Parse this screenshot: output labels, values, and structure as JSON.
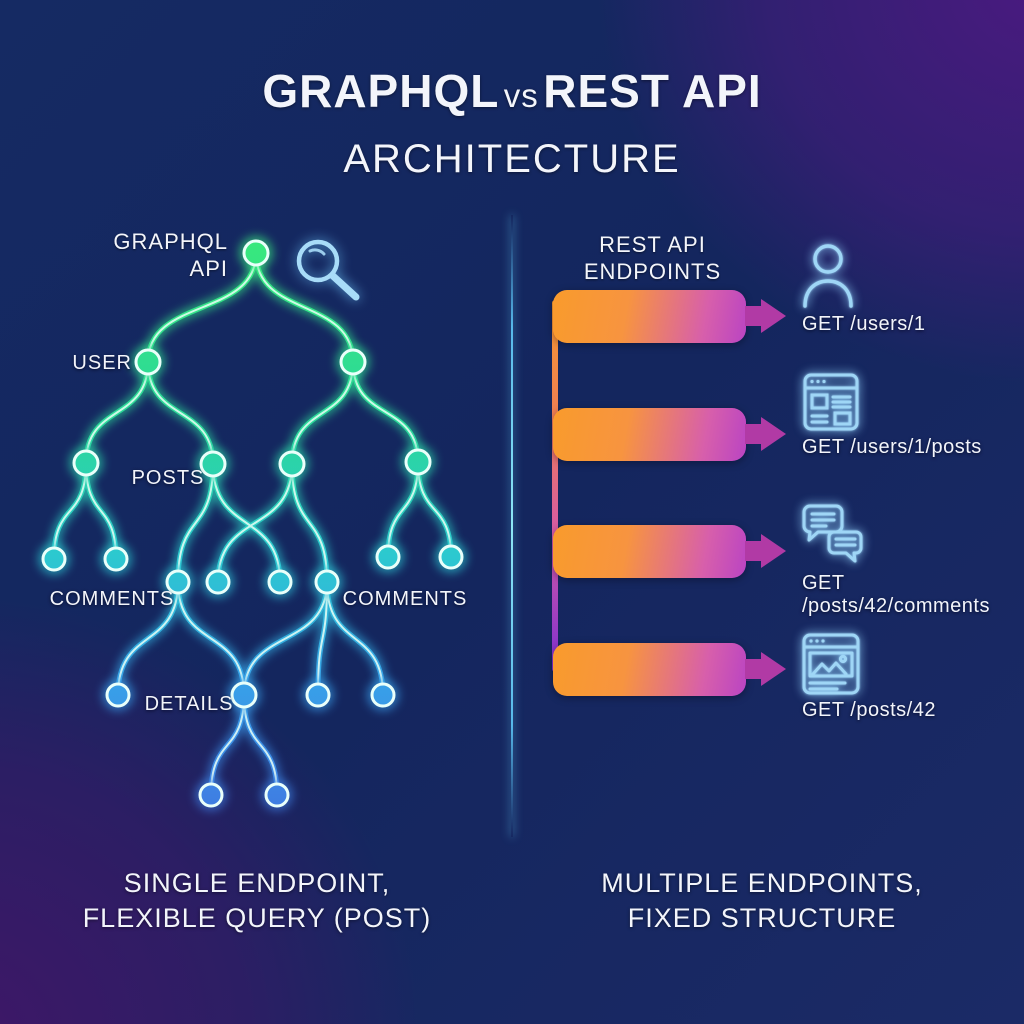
{
  "title": {
    "left": "GRAPHQL",
    "mid": "vs",
    "right": "REST API",
    "line2": "ARCHITECTURE"
  },
  "graphql": {
    "header": "GRAPHQL\nAPI",
    "node_labels": {
      "user": "USER",
      "posts": "POSTS",
      "comments_left": "COMMENTS",
      "comments_right": "COMMENTS",
      "details": "DETAILS"
    },
    "caption": "SINGLE ENDPOINT,\nFLEXIBLE QUERY (POST)",
    "tree_levels": [
      "GRAPHQL API",
      "USER",
      "POSTS",
      "COMMENTS",
      "DETAILS"
    ]
  },
  "rest": {
    "header": "REST API\nENDPOINTS",
    "endpoints": [
      {
        "label": "GET /users/1",
        "icon": "user-icon"
      },
      {
        "label": "GET /users/1/posts",
        "icon": "posts-page-icon"
      },
      {
        "label": "GET /posts/42/comments",
        "icon": "comments-icon"
      },
      {
        "label": "GET /posts/42",
        "icon": "post-page-icon"
      }
    ],
    "caption": "MULTIPLE ENDPOINTS,\nFIXED STRUCTURE"
  },
  "colors": {
    "background_navy": "#14265e",
    "background_purple": "#4a1a80",
    "tree_green": "#36e87e",
    "tree_cyan": "#2cc9c9",
    "tree_blue": "#3f7fe0",
    "bar_orange": "#f8992f",
    "bar_magenta": "#ba44c3",
    "arrow_magenta": "#b13aa5",
    "icon_blue": "#9fd6f6",
    "divider_cyan": "#6fd0f2",
    "text": "#f3f5fb"
  }
}
